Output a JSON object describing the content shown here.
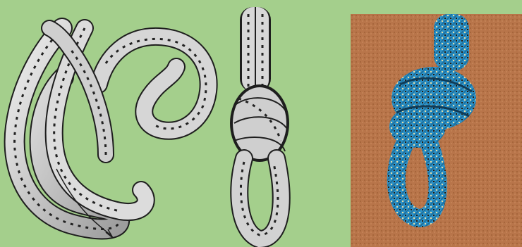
{
  "figure": {
    "panels": [
      {
        "id": "loose-tying",
        "kind": "illustration"
      },
      {
        "id": "dressed-knot",
        "kind": "illustration"
      },
      {
        "id": "rope-photo",
        "kind": "photograph"
      }
    ],
    "colors": {
      "background": "#a4cf8c",
      "rope_fill": "#e2e2e2",
      "rope_shade": "#a9a9a9",
      "rope_outline": "#1e1e1e",
      "photo_carpet": "#b8754a",
      "photo_rope": "#2e93c8"
    }
  }
}
